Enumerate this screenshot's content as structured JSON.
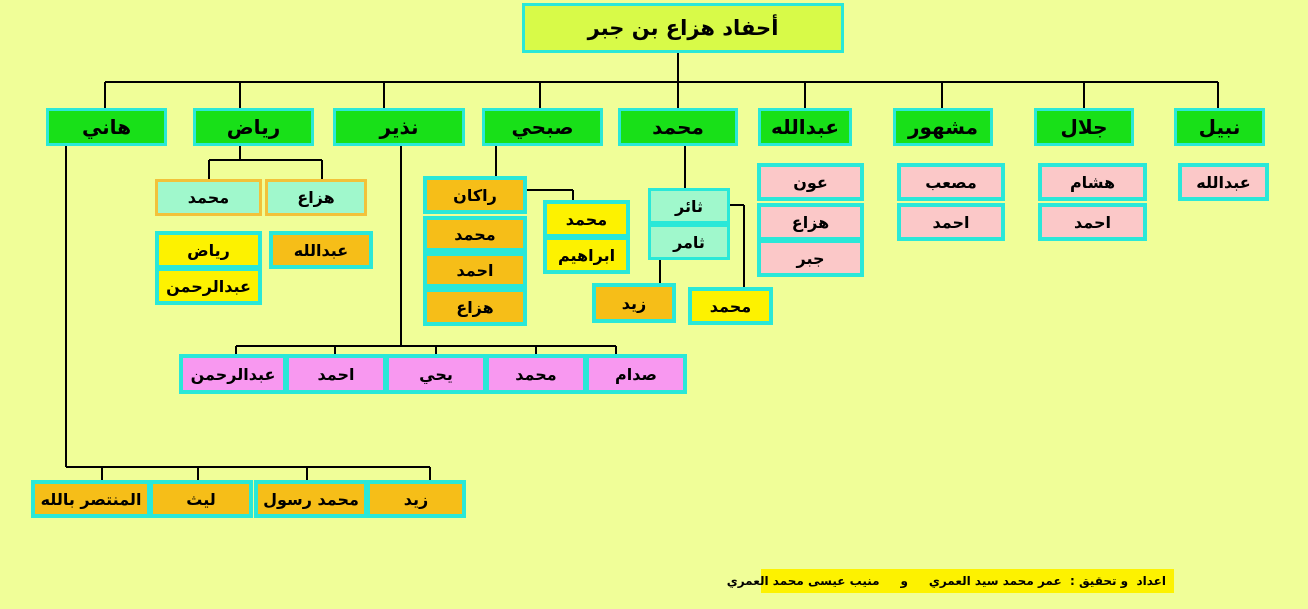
{
  "title": "أحفاد هزاع بن جبر",
  "children": [
    {
      "name": "نبيل",
      "descendants": [
        "عبدالله"
      ]
    },
    {
      "name": "جلال",
      "descendants": [
        "هشام",
        "احمد"
      ]
    },
    {
      "name": "مشهور",
      "descendants": [
        "مصعب",
        "احمد"
      ]
    },
    {
      "name": "عبدالله",
      "descendants": [
        "عون",
        "هزاع",
        "جبر"
      ]
    },
    {
      "name": "محمد",
      "descendants": [
        "ثائر",
        "ثامر",
        "زيد",
        "محمد"
      ]
    },
    {
      "name": "صبحي",
      "descendants": [
        "راكان",
        "محمد",
        "احمد",
        "هزاع",
        "محمد",
        "ابراهيم"
      ]
    },
    {
      "name": "نذير",
      "descendants": [
        "صدام",
        "محمد",
        "يحي",
        "احمد",
        "عبدالرحمن"
      ]
    },
    {
      "name": "رياض",
      "descendants": [
        "هزاع",
        "عبدالله",
        "محمد",
        "رياض",
        "عبدالرحمن"
      ]
    },
    {
      "name": "هاني",
      "descendants": [
        "زيد",
        "محمد رسول",
        "ليث",
        "المنتصر بالله"
      ]
    }
  ],
  "credit": "اعداد  و تحقيق :  عمر محمد سيد العمري     و     منيب عيسى محمد العمري"
}
